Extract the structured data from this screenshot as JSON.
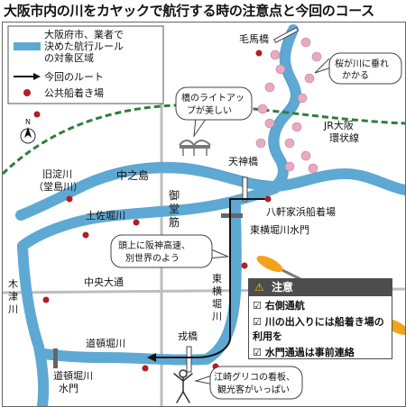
{
  "title": "大阪市内の川をカヤックで航行する時の注意点と今回のコース",
  "legend": {
    "zone_line1": "大阪府市、業者で",
    "zone_line2": "決めた航行ルール",
    "zone_line3": "の対象区域",
    "route": "今回のルート",
    "landing": "公共船着き場"
  },
  "rivers": {
    "kyu_yodo_1": "旧淀川",
    "kyu_yodo_2": "（堂島川）",
    "tosabori": "土佐堀川",
    "kizu_1": "木",
    "kizu_2": "津",
    "kizu_3": "川",
    "dotonbori": "道頓堀川",
    "higashiyokobori_1": "東",
    "higashiyokobori_2": "横",
    "higashiyokobori_3": "堀",
    "higashiyokobori_4": "川"
  },
  "places": {
    "nakanoshima": "中之島",
    "midosuji_1": "御",
    "midosuji_2": "堂",
    "midosuji_3": "筋",
    "chuo_odori": "中央大通",
    "jr_1": "JR大阪",
    "jr_2": "環状線",
    "kema_bridge": "毛馬橋",
    "tenma_bridge": "天神橋",
    "ebisu_bridge": "戎橋",
    "hachikenya": "八軒家浜船着場",
    "suimon_higashi": "東横堀川水門",
    "suimon_dotonbori_1": "道頓堀川",
    "suimon_dotonbori_2": "水門"
  },
  "callouts": {
    "sakura_1": "桜が川に垂れ",
    "sakura_2": "かかる",
    "lightup_1": "橋のライトアッ",
    "lightup_2": "プが美しい",
    "hanshin_1": "頭上に阪神高速、",
    "hanshin_2": "別世界のよう",
    "glico_1": "江崎グリコの看板、",
    "glico_2": "観光客がいっぱい"
  },
  "caution": {
    "header": "注意",
    "items": [
      "右側通航",
      "川の出入りには船着き場の利用を",
      "水門通過は事前連絡"
    ]
  },
  "colors": {
    "river": "#5ea9d3",
    "river_dark": "#3c8cbf",
    "rail": "#2f7d3c",
    "route": "#111111",
    "landing": "#b21e23",
    "kayak": "#f2a21b",
    "caution_header_bg": "#4d4d4d",
    "sakura": "#e8a9c4"
  },
  "icons": {
    "north": "north-arrow-icon",
    "warning": "warning-triangle-icon",
    "check": "checkbox-checked-icon",
    "kayak_paddle": "kayak-paddle-icon",
    "sakura": "cherry-blossom-icon",
    "bridge": "bridge-icon",
    "glico_runner": "glico-runner-icon"
  }
}
